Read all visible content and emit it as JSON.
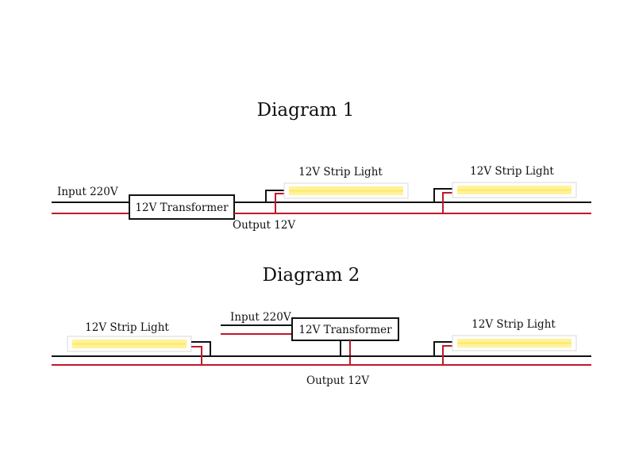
{
  "diagram1": {
    "title": "Diagram 1",
    "input_label": "Input 220V",
    "output_label": "Output 12V",
    "transformer_label": "12V Transformer",
    "strips": [
      "12V Strip Light",
      "12V Strip Light"
    ]
  },
  "diagram2": {
    "title": "Diagram 2",
    "input_label": "Input 220V",
    "output_label": "Output 12V",
    "transformer_label": "12V Transformer",
    "strips": [
      "12V Strip Light",
      "12V Strip Light"
    ]
  },
  "colors": {
    "wire_black": "#111111",
    "wire_red": "#c0182b",
    "strip_led": "#fff39a",
    "strip_frame": "#d8d8d8"
  }
}
